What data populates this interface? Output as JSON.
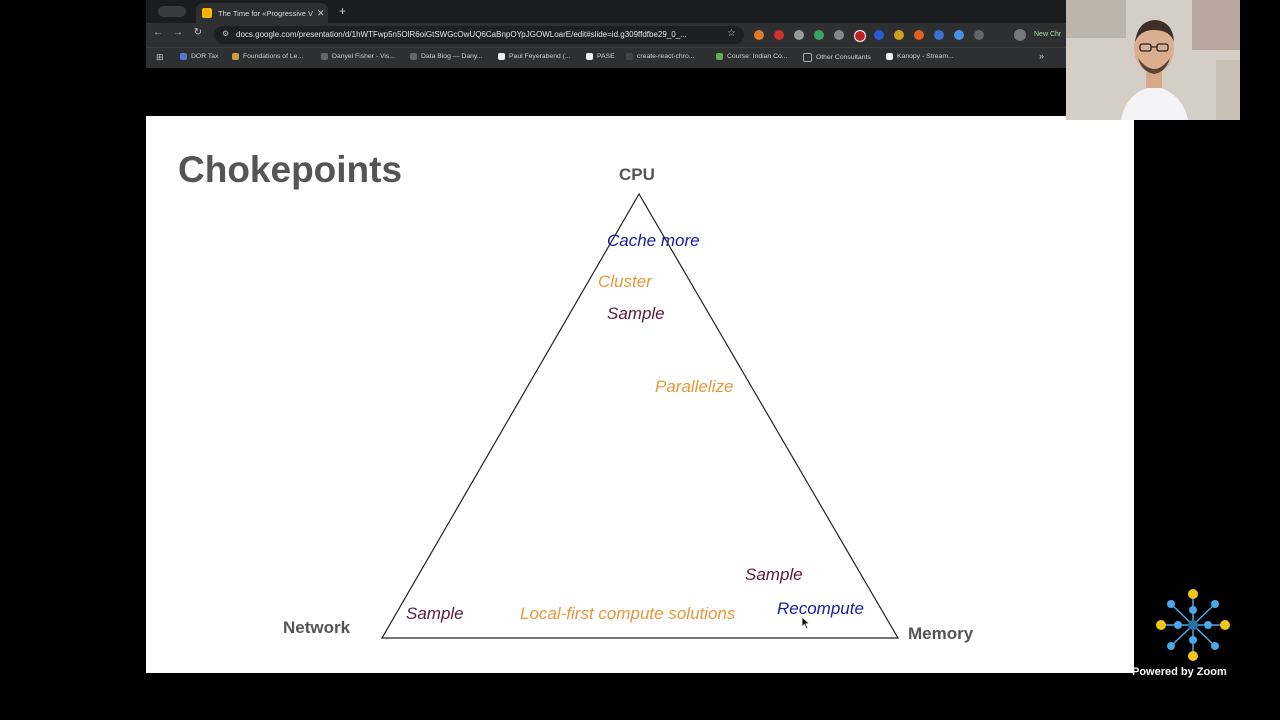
{
  "browser": {
    "tab_title": "The Time for «Progressive Vi",
    "url": "docs.google.com/presentation/d/1hWTFwp5n5OlR6oiGtSWGcOwUQ6CaBnpOYpJGOWLoarE/edit#slide=id.g309ffdfbe29_0_...",
    "new_chrome_label": "New Chr",
    "bookmarks": [
      {
        "label": "DOR Tax",
        "color": "#4a7bd0"
      },
      {
        "label": "Foundations of Le...",
        "color": "#c8a040"
      },
      {
        "label": "Danyel Fisher - Vis...",
        "color": "#666"
      },
      {
        "label": "Data Blog — Dany...",
        "color": "#666"
      },
      {
        "label": "Paul Feyerabend (...",
        "color": "#eee"
      },
      {
        "label": "PASE",
        "color": "#eee"
      },
      {
        "label": "create-react-chro...",
        "color": "#444"
      },
      {
        "label": "Course: Indian Co...",
        "color": "#5bb04a"
      },
      {
        "label": "Other Consultants",
        "color": "#888"
      },
      {
        "label": "Kanopy - Stream...",
        "color": "#eee"
      }
    ]
  },
  "slide": {
    "title": "Chokepoints",
    "vertices": {
      "top": "CPU",
      "left": "Network",
      "right": "Memory"
    },
    "labels": [
      {
        "id": "cache-more",
        "text": "Cache more",
        "color": "#1a1aa0"
      },
      {
        "id": "cluster",
        "text": "Cluster",
        "color": "#e6973a"
      },
      {
        "id": "sample-cpu",
        "text": "Sample",
        "color": "#5a1a3a"
      },
      {
        "id": "parallelize",
        "text": "Parallelize",
        "color": "#e6973a"
      },
      {
        "id": "sample-memory",
        "text": "Sample",
        "color": "#5a1a3a"
      },
      {
        "id": "recompute",
        "text": "Recompute",
        "color": "#1a1aa0"
      },
      {
        "id": "sample-network",
        "text": "Sample",
        "color": "#5a1a3a"
      },
      {
        "id": "local-first",
        "text": "Local-first compute solutions",
        "color": "#e6973a"
      }
    ]
  },
  "zoom": {
    "powered_by": "Powered by Zoom"
  }
}
